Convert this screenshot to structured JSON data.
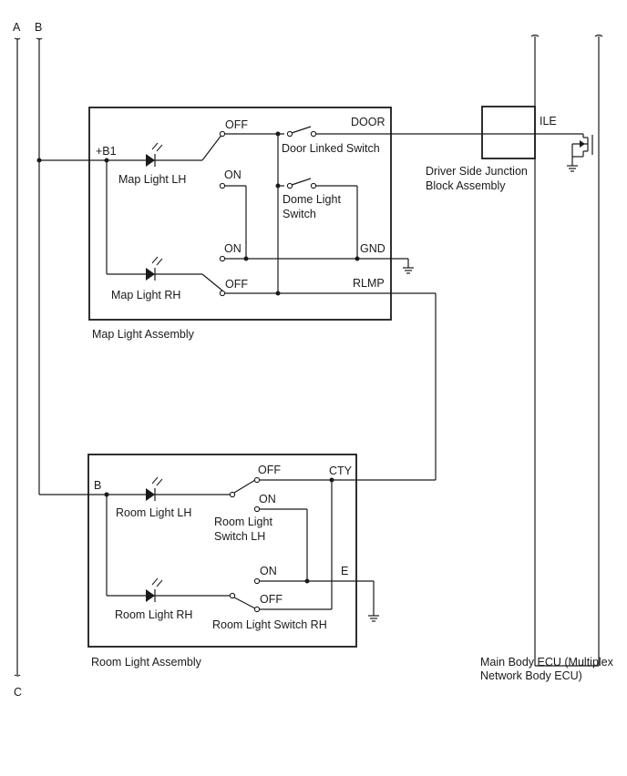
{
  "buses": {
    "a": "A",
    "b": "B",
    "c": "C"
  },
  "map_assembly": {
    "name": "Map Light Assembly",
    "pin_b1": "+B1",
    "pin_door": "DOOR",
    "pin_gnd": "GND",
    "pin_rlmp": "RLMP",
    "map_lh": "Map Light LH",
    "map_rh": "Map Light RH",
    "off_top": "OFF",
    "on_top": "ON",
    "on_bottom": "ON",
    "off_bottom": "OFF",
    "door_switch": "Door Linked Switch",
    "dome_switch_l1": "Dome Light",
    "dome_switch_l2": "Switch"
  },
  "room_assembly": {
    "name": "Room Light Assembly",
    "pin_b": "B",
    "pin_cty": "CTY",
    "pin_e": "E",
    "room_lh": "Room Light LH",
    "room_rh": "Room Light RH",
    "off_lh": "OFF",
    "on_lh": "ON",
    "on_rh": "ON",
    "off_rh": "OFF",
    "switch_lh_l1": "Room Light",
    "switch_lh_l2": "Switch LH",
    "switch_rh": "Room Light Switch RH"
  },
  "junction_block": {
    "pin_ile": "ILE",
    "name_l1": "Driver Side Junction",
    "name_l2": "Block Assembly"
  },
  "body_ecu": {
    "name_l1": "Main Body ECU (Multiplex",
    "name_l2": "Network Body ECU)"
  }
}
